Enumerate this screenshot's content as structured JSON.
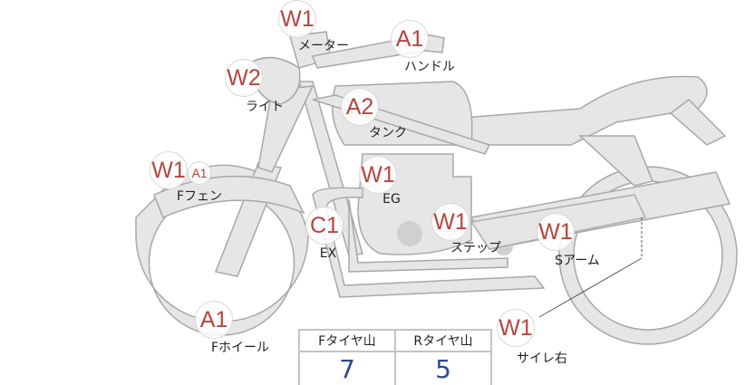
{
  "parts": [
    {
      "id": "meter",
      "code": "W1",
      "label": "メーター"
    },
    {
      "id": "handle",
      "code": "A1",
      "label": "ハンドル"
    },
    {
      "id": "light",
      "code": "W2",
      "label": "ライト"
    },
    {
      "id": "tank",
      "code": "A2",
      "label": "タンク"
    },
    {
      "id": "f-fender",
      "code": "W1",
      "code2": "A1",
      "label": "Fフェン"
    },
    {
      "id": "engine",
      "code": "W1",
      "label": "EG"
    },
    {
      "id": "exhaust",
      "code": "C1",
      "label": "EX"
    },
    {
      "id": "step",
      "code": "W1",
      "label": "ステップ"
    },
    {
      "id": "swingarm",
      "code": "W1",
      "label": "Sアーム"
    },
    {
      "id": "silencer-right",
      "code": "W1",
      "label": "サイレ右"
    },
    {
      "id": "f-wheel",
      "code": "A1",
      "label": "Fホイール"
    }
  ],
  "tread": {
    "front_label": "Fタイヤ山",
    "rear_label": "Rタイヤ山",
    "front_value": "7",
    "rear_value": "5"
  },
  "colors": {
    "marker_text": "#b5453f",
    "value_text": "#2c4a8c",
    "body_fill": "#e6e6e6",
    "outline": "#a8a8a8"
  }
}
